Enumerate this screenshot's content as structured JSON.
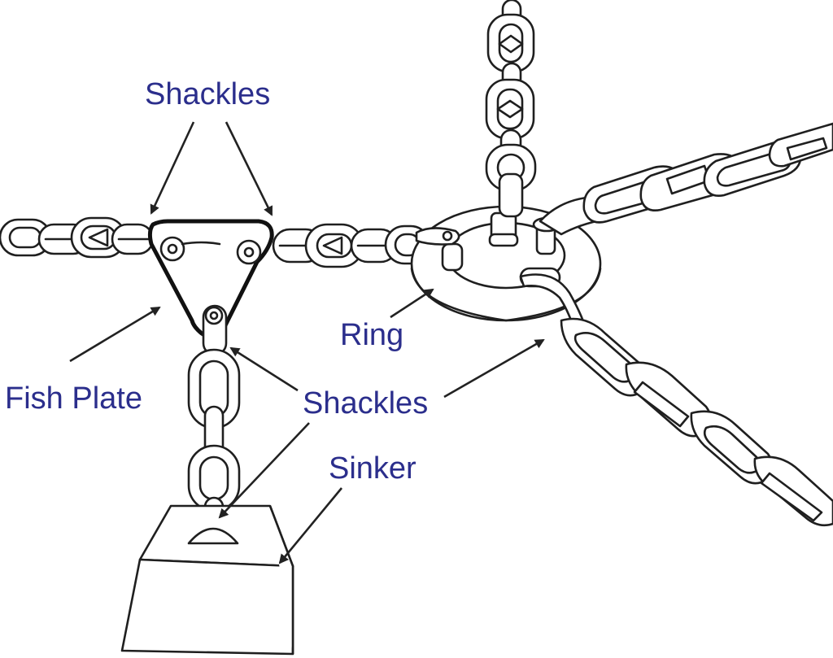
{
  "labels": {
    "shackles_top": "Shackles",
    "fish_plate": "Fish Plate",
    "ring": "Ring",
    "shackles_mid": "Shackles",
    "sinker": "Sinker"
  },
  "colors": {
    "label_text": "#2b2e8c",
    "line_art": "#1f1f1f",
    "background": "#ffffff"
  }
}
